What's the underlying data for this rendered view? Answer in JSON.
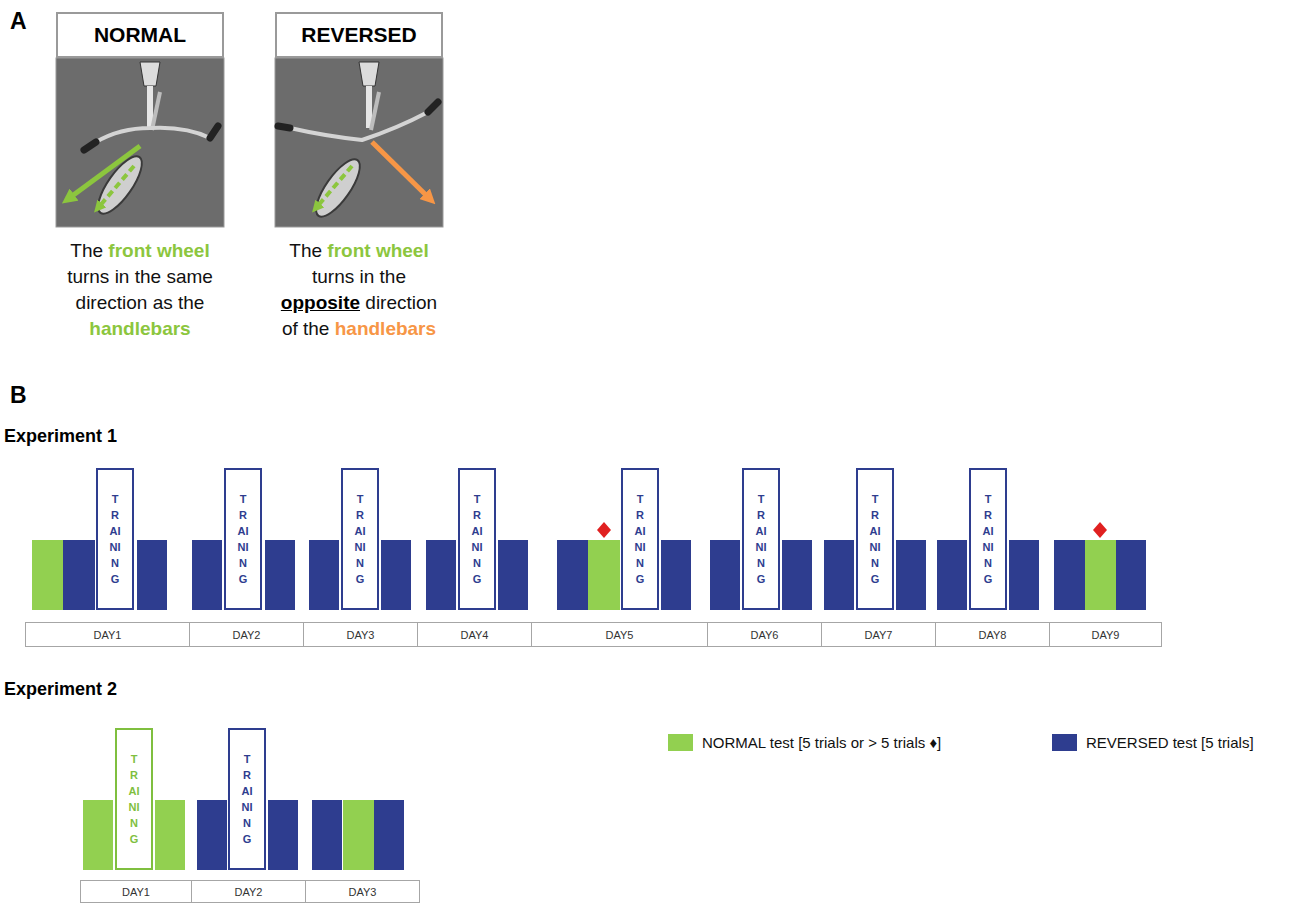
{
  "diagram": {
    "nodes": [
      {
        "text": [
          "NORMAL"
        ]
      },
      {
        "text": [
          "REVERSED"
        ]
      },
      {
        "text": [
          "TRAINING"
        ]
      },
      {
        "text": [
          "TRAINING"
        ]
      },
      {
        "text": [
          "TRAINING"
        ]
      },
      {
        "text": [
          "TRAINING"
        ]
      },
      {
        "text": [
          "TRAINING"
        ]
      },
      {
        "text": [
          "TRAINING"
        ]
      },
      {
        "text": [
          "TRAINING"
        ]
      },
      {
        "text": [
          "TRAINING"
        ]
      },
      {
        "text": [
          "DAY1"
        ]
      },
      {
        "text": [
          "DAY2"
        ]
      },
      {
        "text": [
          "DAY3"
        ]
      },
      {
        "text": [
          "DAY4"
        ]
      },
      {
        "text": [
          "DAY5"
        ]
      },
      {
        "text": [
          "DAY6"
        ]
      },
      {
        "text": [
          "DAY7"
        ]
      },
      {
        "text": [
          "DAY8"
        ]
      },
      {
        "text": [
          "DAY9"
        ]
      },
      {
        "text": [
          "TRAINING"
        ]
      },
      {
        "text": [
          "TRAINING"
        ]
      },
      {
        "text": [
          "DAY1"
        ]
      },
      {
        "text": [
          "DAY2"
        ]
      },
      {
        "text": [
          "DAY3"
        ]
      }
    ],
    "labels": [
      "A",
      "The",
      "front wheel",
      "turns in the same direction as the",
      "handlebars",
      "The",
      "front wheel",
      "turns in the",
      "opposite",
      "direction of the",
      "handlebars",
      "B",
      "Experiment 1",
      "Experiment 2"
    ],
    "legend": [
      {
        "text": "NORMAL test [5 trials or > 5 trials ♦]",
        "color": "#92d050"
      },
      {
        "text": "REVERSED test [5 trials]",
        "color": "#2e3d8f"
      }
    ]
  }
}
